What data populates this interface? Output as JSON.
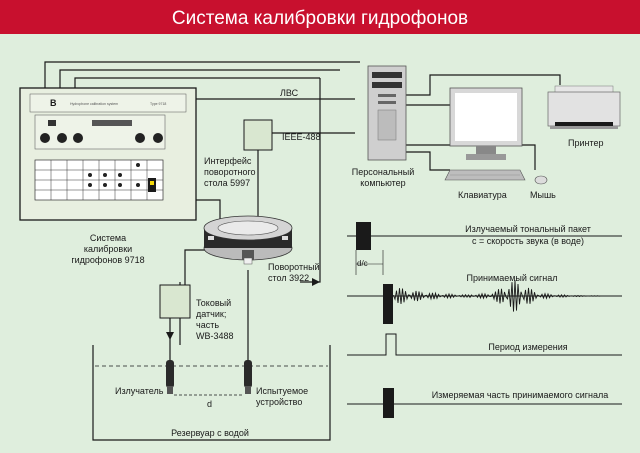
{
  "title": "Система калибровки гидрофонов",
  "colors": {
    "banner": "#c8102e",
    "background": "#dfeedd",
    "line": "#1a1a1a",
    "panel": "#d9e7d0"
  },
  "labels": {
    "lan": "ЛВС",
    "ieee": "IEEE-488",
    "interface": [
      "Интерфейс",
      "поворотного",
      "стола 5997"
    ],
    "pc": [
      "Персональный",
      "компьютер"
    ],
    "printer": "Принтер",
    "keyboard": "Клавиатура",
    "mouse": "Мышь",
    "system": [
      "Система",
      "калибровки",
      "гидрофонов 9718"
    ],
    "turntable": [
      "Поворотный",
      "стол 3922"
    ],
    "current_sensor": [
      "Токовый",
      "датчик;",
      "часть",
      "WB-3488"
    ],
    "emitter": "Излучатель",
    "distance": "d",
    "dut": [
      "Испытуемое",
      "устройство"
    ],
    "tank": "Резервуар с водой",
    "delay": "d/c",
    "emitted_packet": "Излучаемый тональный пакет",
    "sound_speed": "c = скорость звука (в воде)",
    "received_signal": "Принимаемый сигнал",
    "measure_period": "Период измерения",
    "measured_part": "Измеряемая часть принимаемого сигнала",
    "device_header_small": "Hydrophone calibration system",
    "device_model_small": "Type 9718"
  },
  "icons": {
    "computer": "desktop-computer-icon",
    "monitor": "monitor-icon",
    "printer": "printer-icon",
    "keyboard": "keyboard-icon",
    "mouse": "mouse-icon",
    "hydrophone": "hydrophone-icon",
    "turntable": "turntable-icon",
    "system": "calibration-system-icon"
  }
}
